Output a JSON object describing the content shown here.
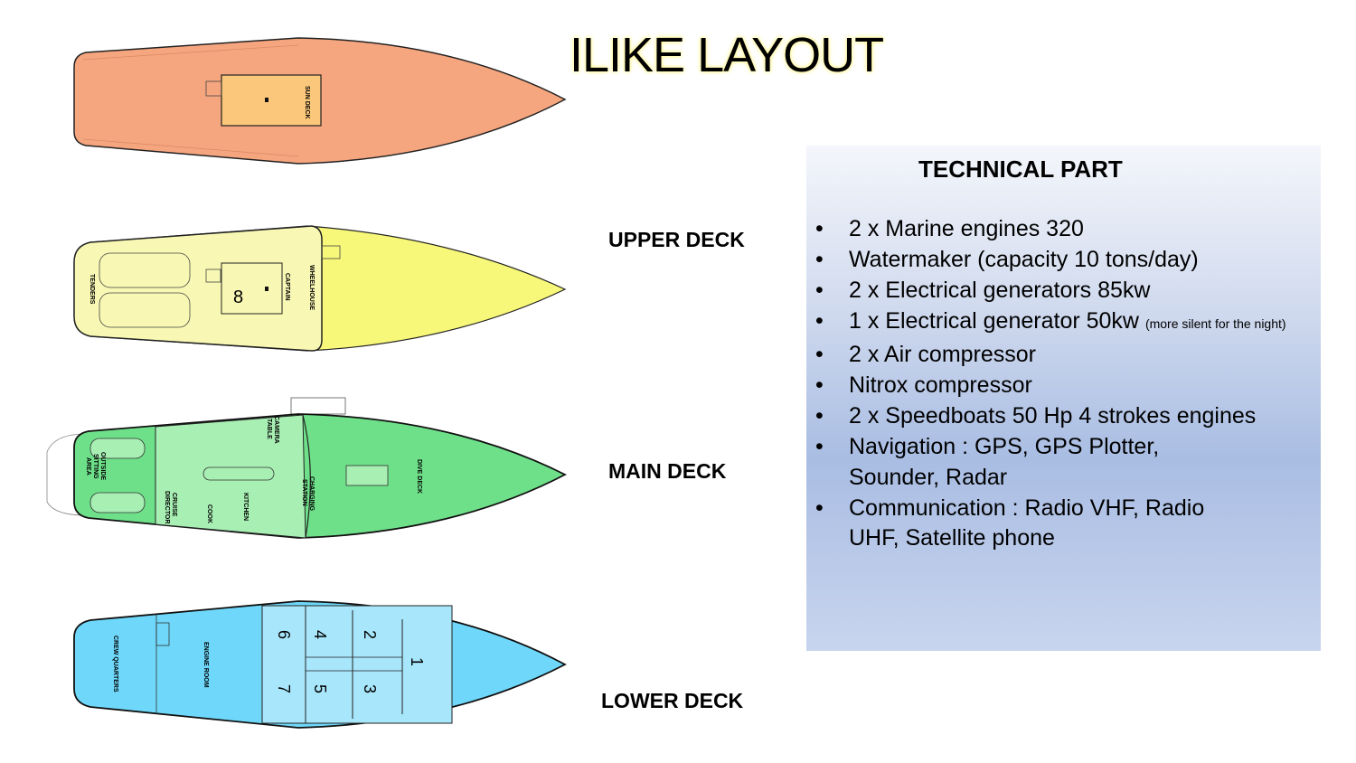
{
  "title": "ILIKE LAYOUT",
  "decks": {
    "sun": {
      "label": "SUN DECK",
      "color": "#f6a67f"
    },
    "upper": {
      "label": "UPPER DECK",
      "color": "#f7f77a",
      "rooms": {
        "tenders": "TENDERS",
        "cabin": "8",
        "captain": "CAPTAIN",
        "wheelhouse": "WHEELHOUSE"
      }
    },
    "main": {
      "label": "MAIN DECK",
      "color": "#6fe08a",
      "rooms": {
        "outside1": "OUTSIDE",
        "outside2": "SITTING",
        "outside3": "AREA",
        "cruise1": "CRUISE",
        "cruise2": "DIRECTOR",
        "cook": "COOK",
        "kitchen": "KITCHEN",
        "camera1": "CAMERA",
        "camera2": "TABLE",
        "charging1": "CHARGING",
        "charging2": "STATION",
        "dive": "DIVE DECK"
      }
    },
    "lower": {
      "label": "LOWER DECK",
      "color": "#6fd8fa",
      "rooms": {
        "crew": "CREW QUARTERS",
        "engine": "ENGINE ROOM",
        "c1": "1",
        "c2": "2",
        "c3": "3",
        "c4": "4",
        "c5": "5",
        "c6": "6",
        "c7": "7"
      }
    }
  },
  "technical": {
    "title": "TECHNICAL PART",
    "bullet": "•",
    "items": [
      {
        "text": "2 x Marine engines 320"
      },
      {
        "text": "Watermaker (capacity 10 tons/day)"
      },
      {
        "text": "2 x Electrical generators 85kw"
      },
      {
        "text": "1 x Electrical generator 50kw",
        "note": "(more silent for the night)"
      },
      {
        "text": "2 x Air compressor"
      },
      {
        "text": "Nitrox compressor"
      },
      {
        "text": "2 x Speedboats 50 Hp 4 strokes engines"
      },
      {
        "text": "Navigation : GPS, GPS Plotter, Sounder, Radar"
      },
      {
        "text": "Communication : Radio VHF, Radio UHF, Satellite phone"
      }
    ]
  }
}
